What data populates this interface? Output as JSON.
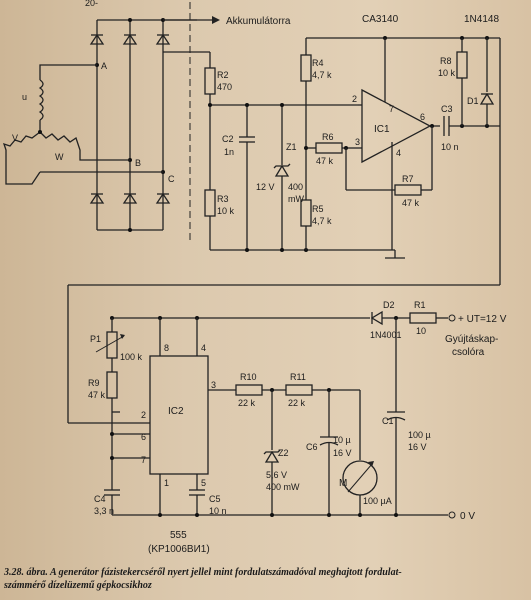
{
  "labels": {
    "corner": "20-",
    "accu": "Akkumulátorra",
    "ic1_type": "CA3140",
    "d1_type": "1N4148",
    "node_a": "A",
    "node_b": "B",
    "node_c": "C",
    "phase_u": "u",
    "phase_v": "V",
    "phase_w": "W",
    "r2": "R2",
    "r2v": "470",
    "r3": "R3",
    "r3v": "10 k",
    "c2": "C2",
    "c2v": "1n",
    "z1": "Z1",
    "z1v": "400",
    "z1v2": "mW",
    "z1volt": "12 V",
    "r4": "R4",
    "r4v": "4,7 k",
    "r5": "R5",
    "r5v": "4,7 k",
    "r6": "R6",
    "r6v": "47 k",
    "r7": "R7",
    "r7v": "47 k",
    "r8": "R8",
    "r8v": "10 k",
    "ic1": "IC1",
    "pin2": "2",
    "pin3": "3",
    "pin4": "4",
    "pin6": "6",
    "pin7": "7",
    "c3": "C3",
    "c3v": "10 n",
    "d1": "D1",
    "d2": "D2",
    "d2type": "1N4001",
    "r1": "R1",
    "r1v": "10",
    "ut": "+ UT=12 V",
    "gyujtas1": "Gyújtáskap-",
    "gyujtas2": "csolóra",
    "p1": "P1",
    "p1v": "100 k",
    "r9": "R9",
    "r9v": "47 k",
    "ic2": "IC2",
    "p8": "8",
    "p4": "4",
    "p3": "3",
    "p2": "2",
    "p6": "6",
    "p7": "7",
    "p1pin": "1",
    "p5": "5",
    "r10": "R10",
    "r10v": "22 k",
    "r11": "R11",
    "r11v": "22 k",
    "z2": "Z2",
    "z2v": "5,6 V",
    "z2v2": "400 mW",
    "c6": "C6",
    "c6v": "10 µ",
    "c6v2": "16 V",
    "meter": "M",
    "meterv": "100 µA",
    "c1": "C1",
    "c1v": "100 µ",
    "c1v2": "16 V",
    "c4": "C4",
    "c4v": "3,3 n",
    "c5": "C5",
    "c5v": "10 n",
    "zero": "0 V",
    "ic2_type": "555",
    "ic2_alt": "(KP1006BИ1)"
  },
  "caption": {
    "line1": "3.28. ábra. A generátor fázistekercséről nyert jellel mint fordulatszámadóval meghajtott fordulat-",
    "line2": "számmérő dízelüzemű gépkocsikhoz"
  }
}
